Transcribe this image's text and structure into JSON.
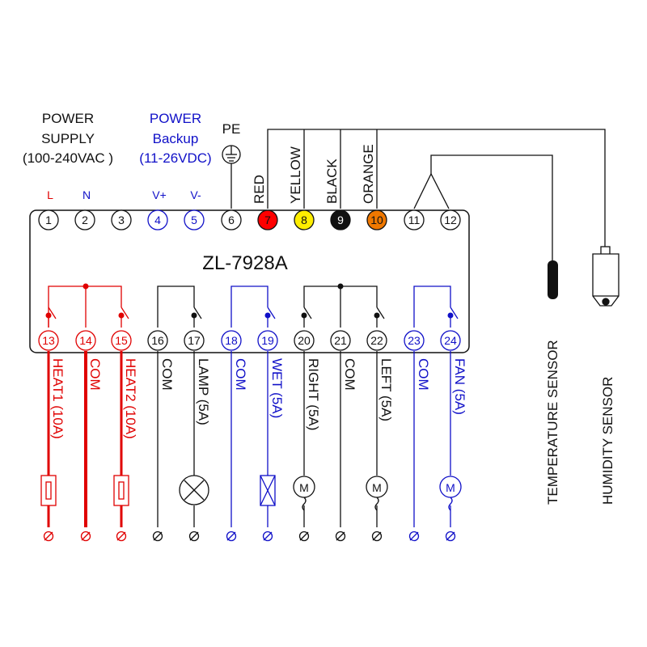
{
  "colors": {
    "black": "#111111",
    "red": "#e00000",
    "blue": "#1010c8",
    "yellow": "#ffee00",
    "orange": "#f07800",
    "red_fill": "#ff0000"
  },
  "model": "ZL-7928A",
  "power_supply": {
    "line1": "POWER",
    "line2": "SUPPLY",
    "line3": "(100-240VAC )"
  },
  "power_backup": {
    "line1": "POWER",
    "line2": "Backup",
    "line3": "(11-26VDC)"
  },
  "pe_label": "PE",
  "top_terminals": [
    {
      "num": "1",
      "label": "L",
      "style": "plain",
      "label_color": "red"
    },
    {
      "num": "2",
      "label": "N",
      "style": "plain",
      "label_color": "blue"
    },
    {
      "num": "3",
      "label": "",
      "style": "plain",
      "label_color": "black"
    },
    {
      "num": "4",
      "label": "V+",
      "style": "blue",
      "label_color": "blue"
    },
    {
      "num": "5",
      "label": "V-",
      "style": "blue",
      "label_color": "blue"
    },
    {
      "num": "6",
      "label": "",
      "style": "plain",
      "label_color": "black"
    },
    {
      "num": "7",
      "label": "RED",
      "style": "red",
      "label_color": "black"
    },
    {
      "num": "8",
      "label": "YELLOW",
      "style": "yellow",
      "label_color": "black"
    },
    {
      "num": "9",
      "label": "BLACK",
      "style": "blackf",
      "label_color": "black"
    },
    {
      "num": "10",
      "label": "ORANGE",
      "style": "orange",
      "label_color": "black"
    },
    {
      "num": "11",
      "label": "",
      "style": "plain",
      "label_color": "black"
    },
    {
      "num": "12",
      "label": "",
      "style": "plain",
      "label_color": "black"
    }
  ],
  "bottom_terminals": [
    {
      "num": "13",
      "label": "HEAT1  (10A)",
      "color": "red",
      "load": "heater"
    },
    {
      "num": "14",
      "label": "COM",
      "color": "red",
      "load": "none"
    },
    {
      "num": "15",
      "label": "HEAT2  (10A)",
      "color": "red",
      "load": "heater"
    },
    {
      "num": "16",
      "label": "COM",
      "color": "black",
      "load": "none"
    },
    {
      "num": "17",
      "label": "LAMP  (5A)",
      "color": "black",
      "load": "lamp"
    },
    {
      "num": "18",
      "label": "COM",
      "color": "blue",
      "load": "none"
    },
    {
      "num": "19",
      "label": "WET  (5A)",
      "color": "blue",
      "load": "valve"
    },
    {
      "num": "20",
      "label": "RIGHT  (5A)",
      "color": "black",
      "load": "motor"
    },
    {
      "num": "21",
      "label": "COM",
      "color": "black",
      "load": "none"
    },
    {
      "num": "22",
      "label": "LEFT  (5A)",
      "color": "black",
      "load": "motor"
    },
    {
      "num": "23",
      "label": "COM",
      "color": "blue",
      "load": "none"
    },
    {
      "num": "24",
      "label": "FAN  (5A)",
      "color": "blue",
      "load": "motor"
    }
  ],
  "sensors": {
    "temperature": "TEMPERATURE SENSOR",
    "humidity": "HUMIDITY SENSOR"
  },
  "motor_symbol": "M"
}
